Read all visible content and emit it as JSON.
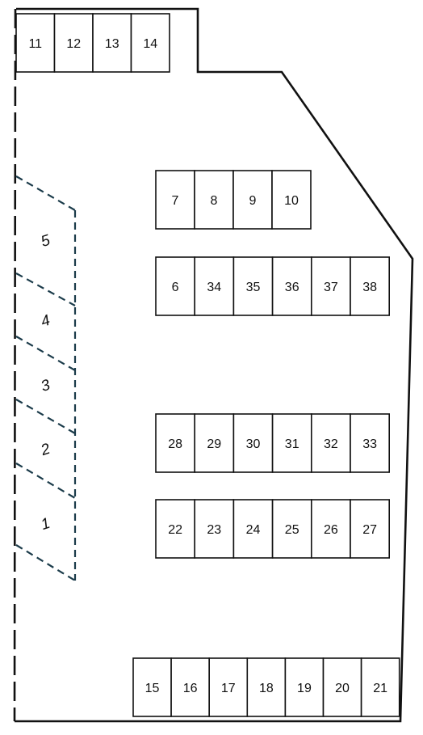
{
  "colors": {
    "outline": "#111111",
    "dashed_lines": "#1b3b4a",
    "background": "#ffffff"
  },
  "blocks": {
    "top_left": [
      "11",
      "12",
      "13",
      "14"
    ],
    "row_7_10": [
      "7",
      "8",
      "9",
      "10"
    ],
    "row_6_38": [
      "6",
      "34",
      "35",
      "36",
      "37",
      "38"
    ],
    "row_28_33": [
      "28",
      "29",
      "30",
      "31",
      "32",
      "33"
    ],
    "row_22_27": [
      "22",
      "23",
      "24",
      "25",
      "26",
      "27"
    ],
    "bottom": [
      "15",
      "16",
      "17",
      "18",
      "19",
      "20",
      "21"
    ]
  },
  "angled_slots": [
    "5",
    "4",
    "3",
    "2",
    "1"
  ]
}
